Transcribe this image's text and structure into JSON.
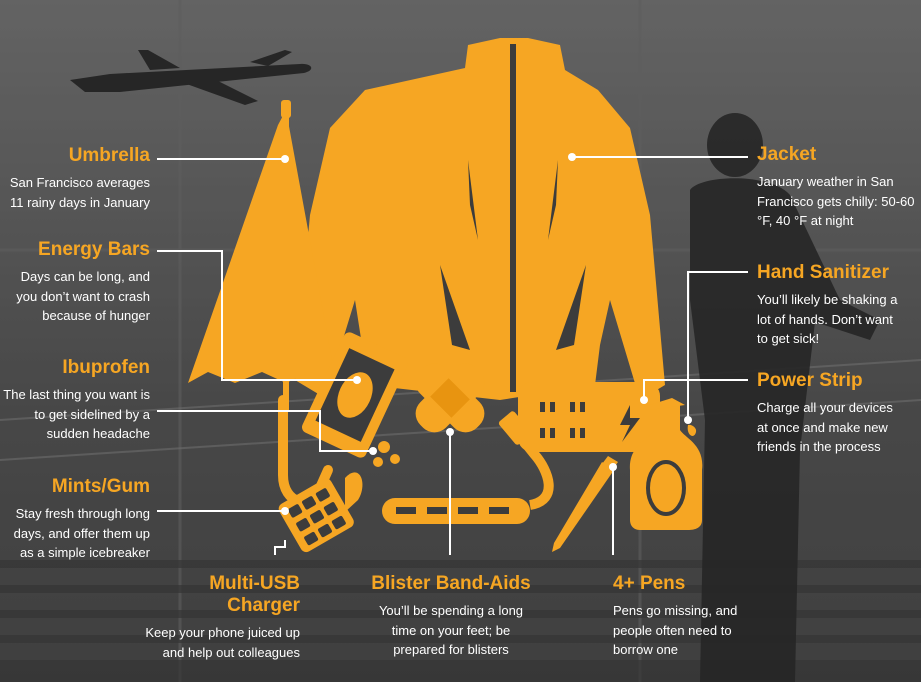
{
  "colors": {
    "accent": "#f6a623",
    "line": "#ffffff",
    "text": "#ffffff"
  },
  "items": {
    "umbrella": {
      "title": "Umbrella",
      "body": "San Francisco averages 11 rainy days in January",
      "icon": "umbrella-icon"
    },
    "energy_bars": {
      "title": "Energy Bars",
      "body": "Days can be long, and you don’t want to crash because of hunger",
      "icon": "energy-bar-icon"
    },
    "ibuprofen": {
      "title": "Ibuprofen",
      "body": "The last thing you want is to get sidelined by a sudden headache",
      "icon": "pills-icon"
    },
    "mints_gum": {
      "title": "Mints/Gum",
      "body": "Stay fresh through long days, and offer them up as a simple icebreaker",
      "icon": "gum-pack-icon"
    },
    "multi_usb_charger": {
      "title": "Multi-USB Charger",
      "body": "Keep your phone juiced up and help out colleagues",
      "icon": "usb-charger-icon"
    },
    "blister_band_aids": {
      "title": "Blister Band-Aids",
      "body": "You’ll be spending a long time on your feet; be prepared for blisters",
      "icon": "band-aid-icon"
    },
    "pens": {
      "title": "4+ Pens",
      "body": "Pens go missing, and people often need to borrow one",
      "icon": "pen-icon"
    },
    "jacket": {
      "title": "Jacket",
      "body": "January weather in San Francisco gets chilly: 50-60 °F, 40 °F at night",
      "icon": "jacket-icon"
    },
    "hand_sanitizer": {
      "title": "Hand Sanitizer",
      "body": "You’ll likely be shaking a lot of hands. Don’t want to get sick!",
      "icon": "sanitizer-icon"
    },
    "power_strip": {
      "title": "Power Strip",
      "body": "Charge all your devices at once and make new friends in the process",
      "icon": "power-strip-icon"
    }
  }
}
